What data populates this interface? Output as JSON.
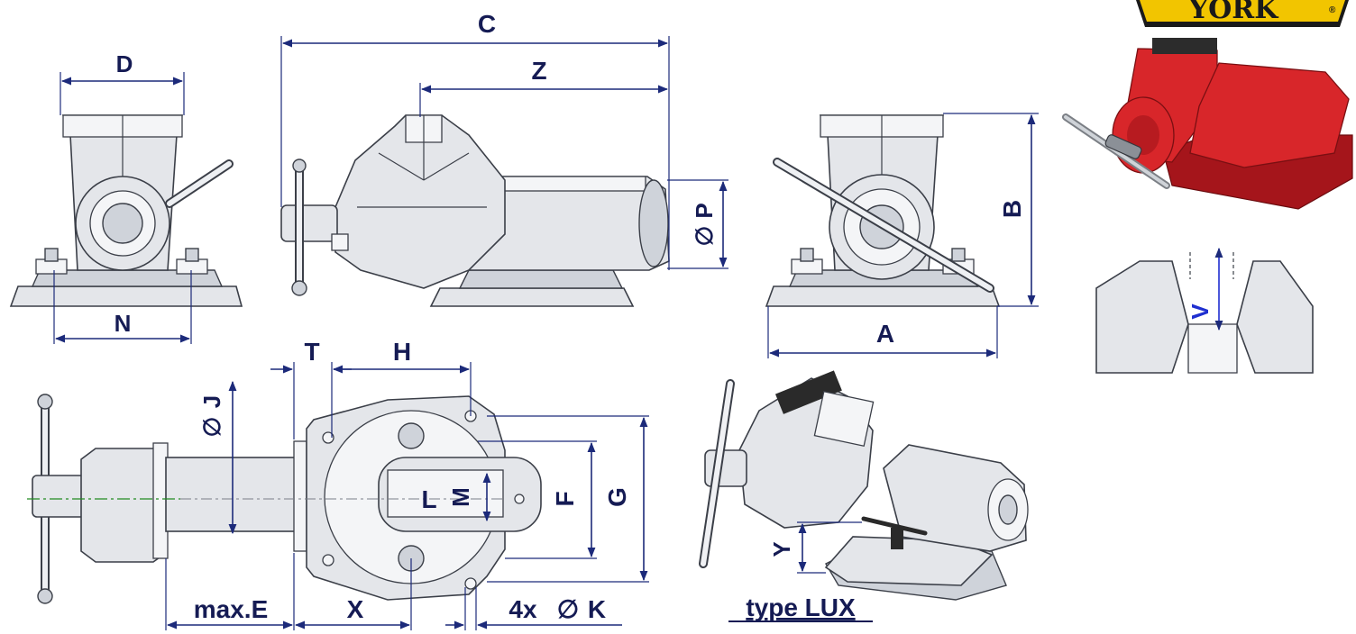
{
  "brand": {
    "logo_text": "YORK",
    "registered_mark": "®"
  },
  "dimensions": {
    "A": "A",
    "B": "B",
    "C": "C",
    "D": "D",
    "F": "F",
    "G": "G",
    "H": "H",
    "L": "L",
    "M": "M",
    "N": "N",
    "P": "P",
    "T": "T",
    "V": "V",
    "X": "X",
    "Y": "Y",
    "Z": "Z",
    "J": "J",
    "max_E": "max.E",
    "four_x_K": "4x",
    "K": "K",
    "diameter_symbol": "∅"
  },
  "caption": "type LUX",
  "colors": {
    "dimension_text": "#151b54",
    "dimension_line": "#1c2a7a",
    "vise_red": "#d8262a",
    "logo_yellow": "#f2c500",
    "axis_green": "#228b22",
    "v_marker_blue": "#1f2fd0"
  }
}
